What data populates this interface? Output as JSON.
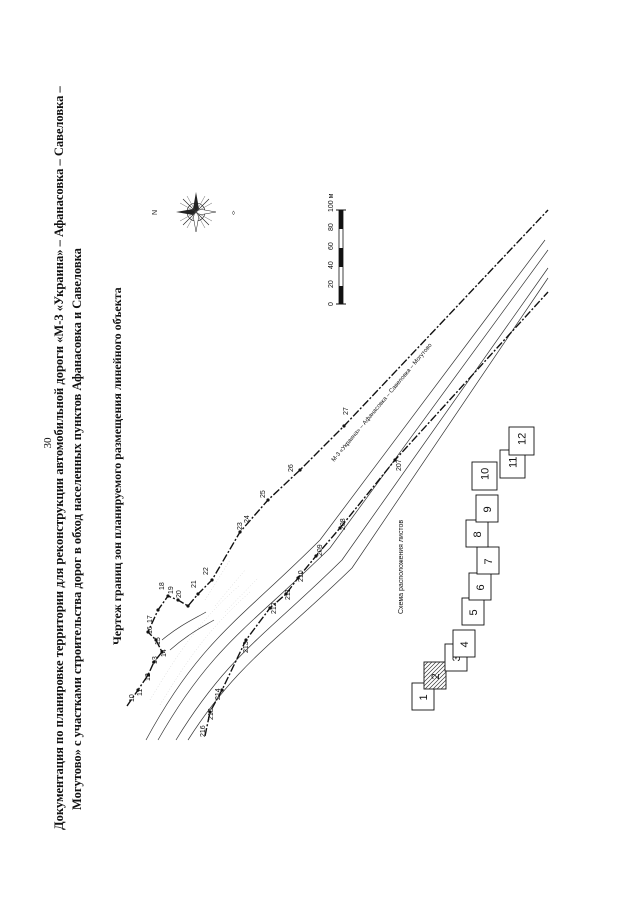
{
  "page": {
    "number": "30"
  },
  "title": {
    "line1": "Документация по планировке территории для реконструкции автомобильной дороги «М-3 «Украина» – Афанасовка – Савеловка –",
    "line2": "Могутово» с участками строительства дорог в обход населенных пунктов Афанасовка и Савеловка",
    "subtitle": "Чертеж границ зон планируемого размещения линейного объекта"
  },
  "compass": {
    "north_label": "N",
    "icon": "compass-rose-icon"
  },
  "scale_bar": {
    "labels": [
      "0",
      "20",
      "40",
      "60",
      "80",
      "100 м"
    ]
  },
  "road": {
    "label": "М-3 «Украина» – Афанасовка – Савеловка – Могутово"
  },
  "points": {
    "upper": [
      "10",
      "11",
      "12",
      "13",
      "14",
      "15",
      "16",
      "17",
      "18",
      "19",
      "20",
      "21",
      "22",
      "23",
      "24",
      "25",
      "26",
      "27"
    ],
    "lower": [
      "216",
      "215",
      "214",
      "213",
      "212",
      "211",
      "210",
      "209",
      "208",
      "207"
    ]
  },
  "scheme": {
    "title": "Схема расположения листов",
    "sheets": [
      "1",
      "2",
      "3",
      "4",
      "5",
      "6",
      "7",
      "8",
      "9",
      "10",
      "11",
      "12"
    ],
    "current_sheet": "2"
  }
}
